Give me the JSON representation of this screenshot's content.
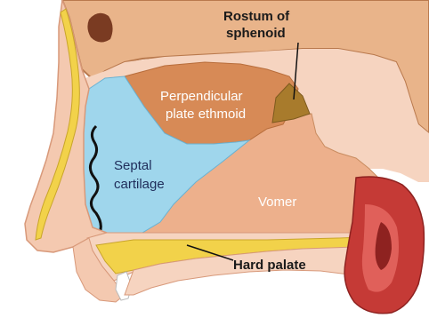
{
  "labels": {
    "rostrum_line1": "Rostum of",
    "rostrum_line2": "sphenoid",
    "perpendicular_line1": "Perpendicular",
    "perpendicular_line2": "plate ethmoid",
    "septal_line1": "Septal",
    "septal_line2": "cartilage",
    "vomer": "Vomer",
    "hard_palate": "Hard palate"
  },
  "colors": {
    "septal_cartilage": "#9fd6ec",
    "perpendicular_plate": "#d78a56",
    "vomer": "#edb08c",
    "bone": "#e6ad7f",
    "mucosa": "#f7d7c4",
    "rostrum": "#a87b2c",
    "soft_tissue": "#c53a36"
  }
}
